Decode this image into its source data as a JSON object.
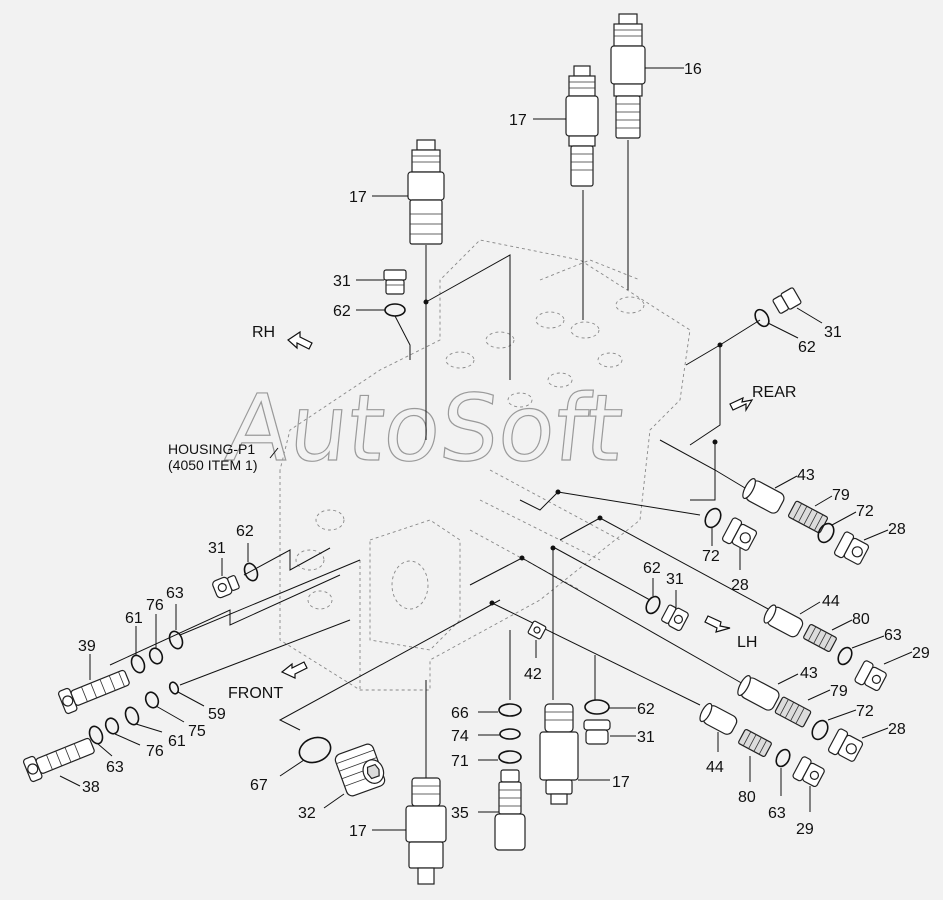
{
  "watermark": "AutoSoft",
  "housing_label": {
    "line1": "HOUSING-P1",
    "line2": "(4050 ITEM 1)"
  },
  "directions": {
    "rh": "RH",
    "rear": "REAR",
    "lh": "LH",
    "front": "FRONT"
  },
  "callouts": [
    "16",
    "17",
    "17",
    "31",
    "62",
    "62",
    "31",
    "43",
    "79",
    "72",
    "28",
    "72",
    "28",
    "62",
    "31",
    "44",
    "80",
    "63",
    "29",
    "43",
    "79",
    "72",
    "28",
    "44",
    "80",
    "63",
    "29",
    "31",
    "62",
    "63",
    "76",
    "61",
    "39",
    "59",
    "75",
    "61",
    "76",
    "63",
    "38",
    "42",
    "66",
    "74",
    "71",
    "35",
    "62",
    "31",
    "17",
    "67",
    "32",
    "17"
  ]
}
